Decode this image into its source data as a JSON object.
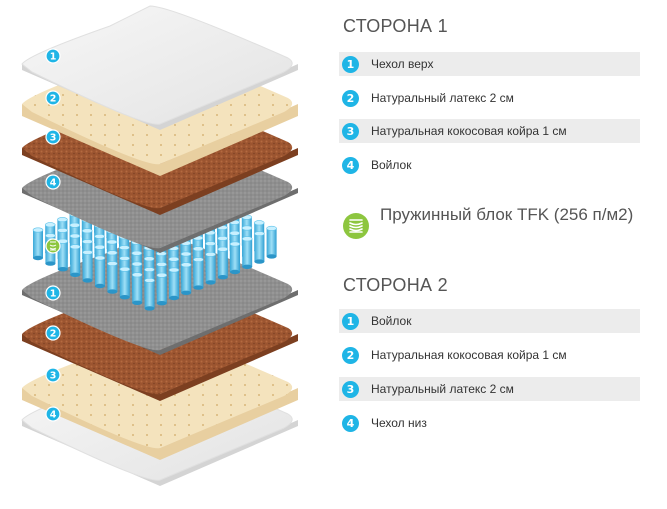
{
  "side1": {
    "title": "СТОРОНА 1",
    "items": [
      {
        "num": "1",
        "label": "Чехол верх"
      },
      {
        "num": "2",
        "label": "Натуральный латекс 2 см"
      },
      {
        "num": "3",
        "label": "Натуральная кокосовая койра 1 см"
      },
      {
        "num": "4",
        "label": "Войлок"
      }
    ]
  },
  "spring": {
    "label": "Пружинный блок TFK (256 п/м2)",
    "icon": "spring-icon"
  },
  "side2": {
    "title": "СТОРОНА 2",
    "items": [
      {
        "num": "1",
        "label": "Войлок"
      },
      {
        "num": "2",
        "label": "Натуральная кокосовая койра 1 см"
      },
      {
        "num": "3",
        "label": "Натуральный латекс 2 см"
      },
      {
        "num": "4",
        "label": "Чехол низ"
      }
    ]
  },
  "diagram_markers": [
    "1",
    "2",
    "3",
    "4",
    "1",
    "2",
    "3",
    "4"
  ],
  "colors": {
    "accent": "#1fb5e6",
    "spring_green": "#8dc63f",
    "latex": "#f5e6c4",
    "coir": "#a0522d",
    "felt": "#8e8e8e",
    "cover": "#f2f2f2"
  }
}
